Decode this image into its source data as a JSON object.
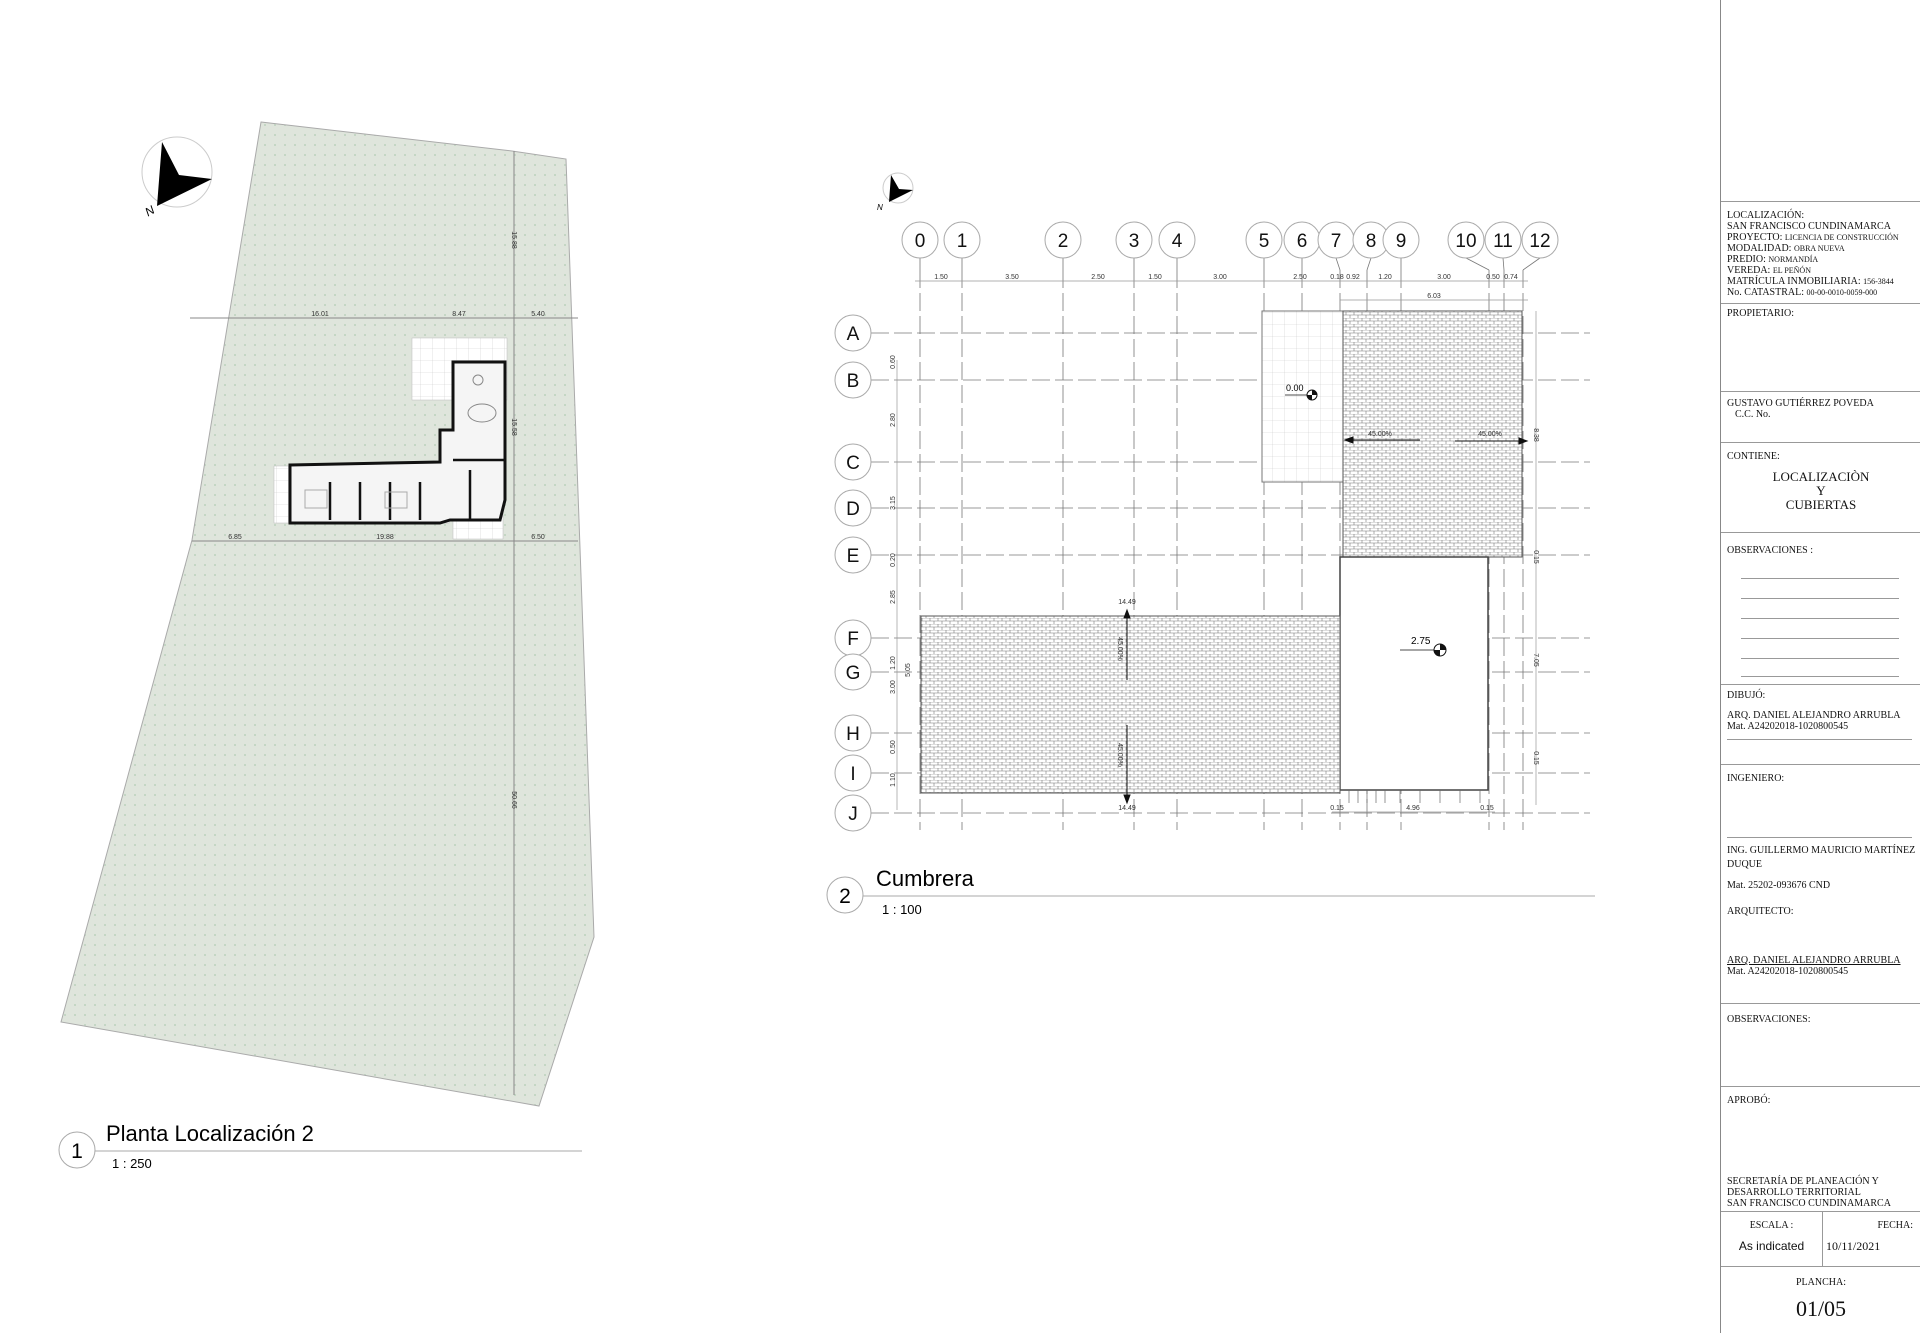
{
  "colors": {
    "site_fill": "#dfe5dc",
    "line": "#555",
    "wall": "#111",
    "title_block_line": "#999"
  },
  "site_plan": {
    "view_number": "1",
    "title": "Planta Localización 2",
    "scale": "1 : 250",
    "north_label": "N",
    "dimensions": {
      "top_a": "16.01",
      "top_b": "8.47",
      "top_c": "5.40",
      "vertical_top": "15.88",
      "vertical_house": "15.58",
      "bottom_a": "6.85",
      "bottom_b": "19.88",
      "bottom_c": "6.50",
      "vertical_bottom": "50.66"
    }
  },
  "roof_plan": {
    "view_number": "2",
    "title": "Cumbrera",
    "scale": "1 : 100",
    "north_label": "N",
    "grid_columns": [
      "0",
      "1",
      "2",
      "3",
      "4",
      "5",
      "6",
      "7",
      "8",
      "9",
      "10",
      "11",
      "12"
    ],
    "grid_rows": [
      "A",
      "B",
      "C",
      "D",
      "E",
      "F",
      "G",
      "H",
      "I",
      "J"
    ],
    "top_dimensions": [
      "1.50",
      "3.50",
      "2.50",
      "1.50",
      "3.00",
      "2.50",
      "0.18",
      "0.92",
      "1.20",
      "3.00",
      "0.50",
      "0.74"
    ],
    "top_overall": "6.03",
    "left_dimensions": [
      "0.60",
      "2.80",
      "3.15",
      "0.20",
      "2.85",
      "1.20",
      "5.05",
      "3.00",
      "0.50",
      "1.10"
    ],
    "right_dimensions": [
      "8.38",
      "0.15",
      "7.05",
      "0.15"
    ],
    "bottom_dimensions": [
      "0.15",
      "4.96",
      "0.15"
    ],
    "roof_length_top": "14.49",
    "roof_length_bottom": "14.49",
    "slope_lower_a": "45.00%",
    "slope_lower_b": "45.00%",
    "slope_upper_left": "45.00%",
    "slope_upper_right": "45.00%",
    "level_patio": "0.00",
    "level_flat_roof": "2.75"
  },
  "title_block": {
    "localizacion_label": "LOCALIZACIÓN:",
    "localizacion_value": "SAN FRANCISCO CUNDINAMARCA",
    "proyecto_label": "PROYECTO:",
    "proyecto_value": "LICENCIA DE CONSTRUCCIÓN",
    "modalidad_label": "MODALIDAD:",
    "modalidad_value": "OBRA NUEVA",
    "predio_label": "PREDIO:",
    "predio_value": "NORMANDÍA",
    "vereda_label": "VEREDA:",
    "vereda_value": "EL PEÑÓN",
    "matricula_label": "MATRÍCULA INMOBILIARIA:",
    "matricula_value": "156-3844",
    "catastral_label": "No. CATASTRAL:",
    "catastral_value": "00-00-0010-0059-000",
    "propietario_label": "PROPIETARIO:",
    "propietario_name": "GUSTAVO GUTIÉRREZ POVEDA",
    "propietario_cc": "C.C. No.",
    "contiene_label": "CONTIENE:",
    "contiene_line1": "LOCALIZACIÒN",
    "contiene_line2": "Y",
    "contiene_line3": "CUBIERTAS",
    "observaciones_label": "OBSERVACIONES :",
    "dibujo_label": "DIBUJÓ:",
    "dibujo_name": "ARQ. DANIEL ALEJANDRO ARRUBLA",
    "dibujo_mat": "Mat. A24202018-1020800545",
    "ingeniero_label": "INGENIERO:",
    "ingeniero_name": "ING. GUILLERMO MAURICIO MARTÍNEZ",
    "ingeniero_name2": "DUQUE",
    "ingeniero_mat": "Mat. 25202-093676 CND",
    "arquitecto_label": "ARQUITECTO:",
    "arquitecto_name": "ARQ. DANIEL ALEJANDRO ARRUBLA",
    "arquitecto_mat": "Mat. A24202018-1020800545",
    "observaciones2_label": "OBSERVACIONES:",
    "aprobo_label": "APROBÓ:",
    "aprobo_line1": "SECRETARÍA DE PLANEACIÓN Y",
    "aprobo_line2": "DESARROLLO TERRITORIAL",
    "aprobo_line3": "SAN FRANCISCO CUNDINAMARCA",
    "escala_label": "ESCALA :",
    "escala_value": "As indicated",
    "fecha_label": "FECHA:",
    "fecha_value": "10/11/2021",
    "plancha_label": "PLANCHA:",
    "plancha_value": "01/05"
  }
}
